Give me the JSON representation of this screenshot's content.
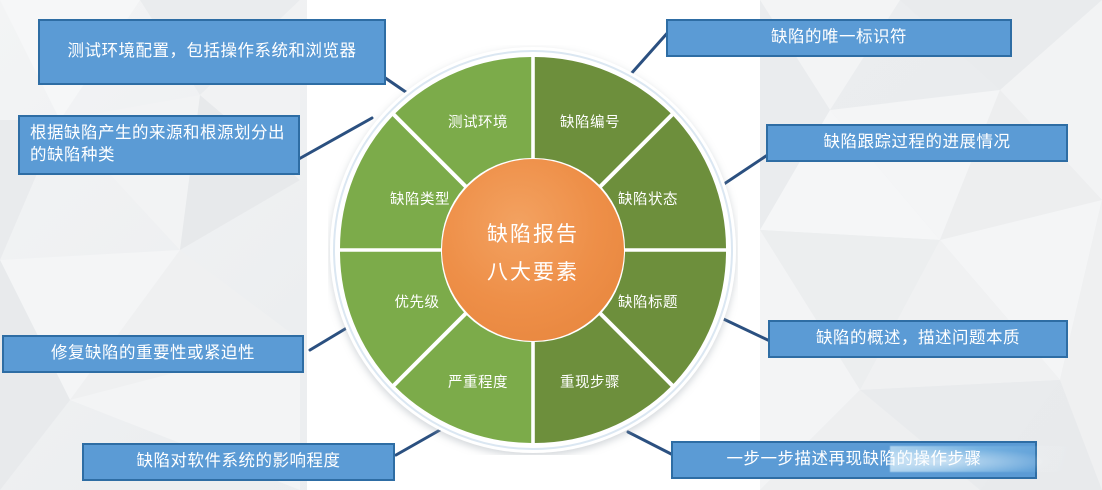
{
  "theme": {
    "callout_fill": "#5b9bd5",
    "callout_border": "#2e6da4",
    "connector": "#2b5080",
    "segment_green_light": "#7cab4a",
    "segment_green_dark": "#6d8f3c",
    "hub_orange": "#ee8f48",
    "panel_bg": "#ffffff",
    "page_bg": "#eceef0",
    "segment_text": "#ffffff"
  },
  "wheel": {
    "hub": {
      "line1": "缺陷报告",
      "line2": "八大要素"
    },
    "segments": [
      {
        "id": "defect-id",
        "label": "缺陷编号",
        "shade": "dark"
      },
      {
        "id": "defect-status",
        "label": "缺陷状态",
        "shade": "dark"
      },
      {
        "id": "defect-title",
        "label": "缺陷标题",
        "shade": "dark"
      },
      {
        "id": "repro-steps",
        "label": "重现步骤",
        "shade": "dark"
      },
      {
        "id": "severity",
        "label": "严重程度",
        "shade": "light"
      },
      {
        "id": "priority",
        "label": "优先级",
        "shade": "light"
      },
      {
        "id": "defect-type",
        "label": "缺陷类型",
        "shade": "light"
      },
      {
        "id": "test-environment",
        "label": "测试环境",
        "shade": "light"
      }
    ]
  },
  "callouts": [
    {
      "id": "callout-test-environment",
      "text": "测试环境配置，包括操作系统和浏览器"
    },
    {
      "id": "callout-defect-id",
      "text": "缺陷的唯一标识符"
    },
    {
      "id": "callout-defect-type",
      "text": "根据缺陷产生的来源和根源划分出的缺陷种类"
    },
    {
      "id": "callout-defect-status",
      "text": "缺陷跟踪过程的进展情况"
    },
    {
      "id": "callout-priority",
      "text": "修复缺陷的重要性或紧迫性"
    },
    {
      "id": "callout-defect-title",
      "text": "缺陷的概述，描述问题本质"
    },
    {
      "id": "callout-severity",
      "text": "缺陷对软件系统的影响程度"
    },
    {
      "id": "callout-repro-steps",
      "text": "一步一步描述再现缺陷的操作步骤"
    }
  ]
}
